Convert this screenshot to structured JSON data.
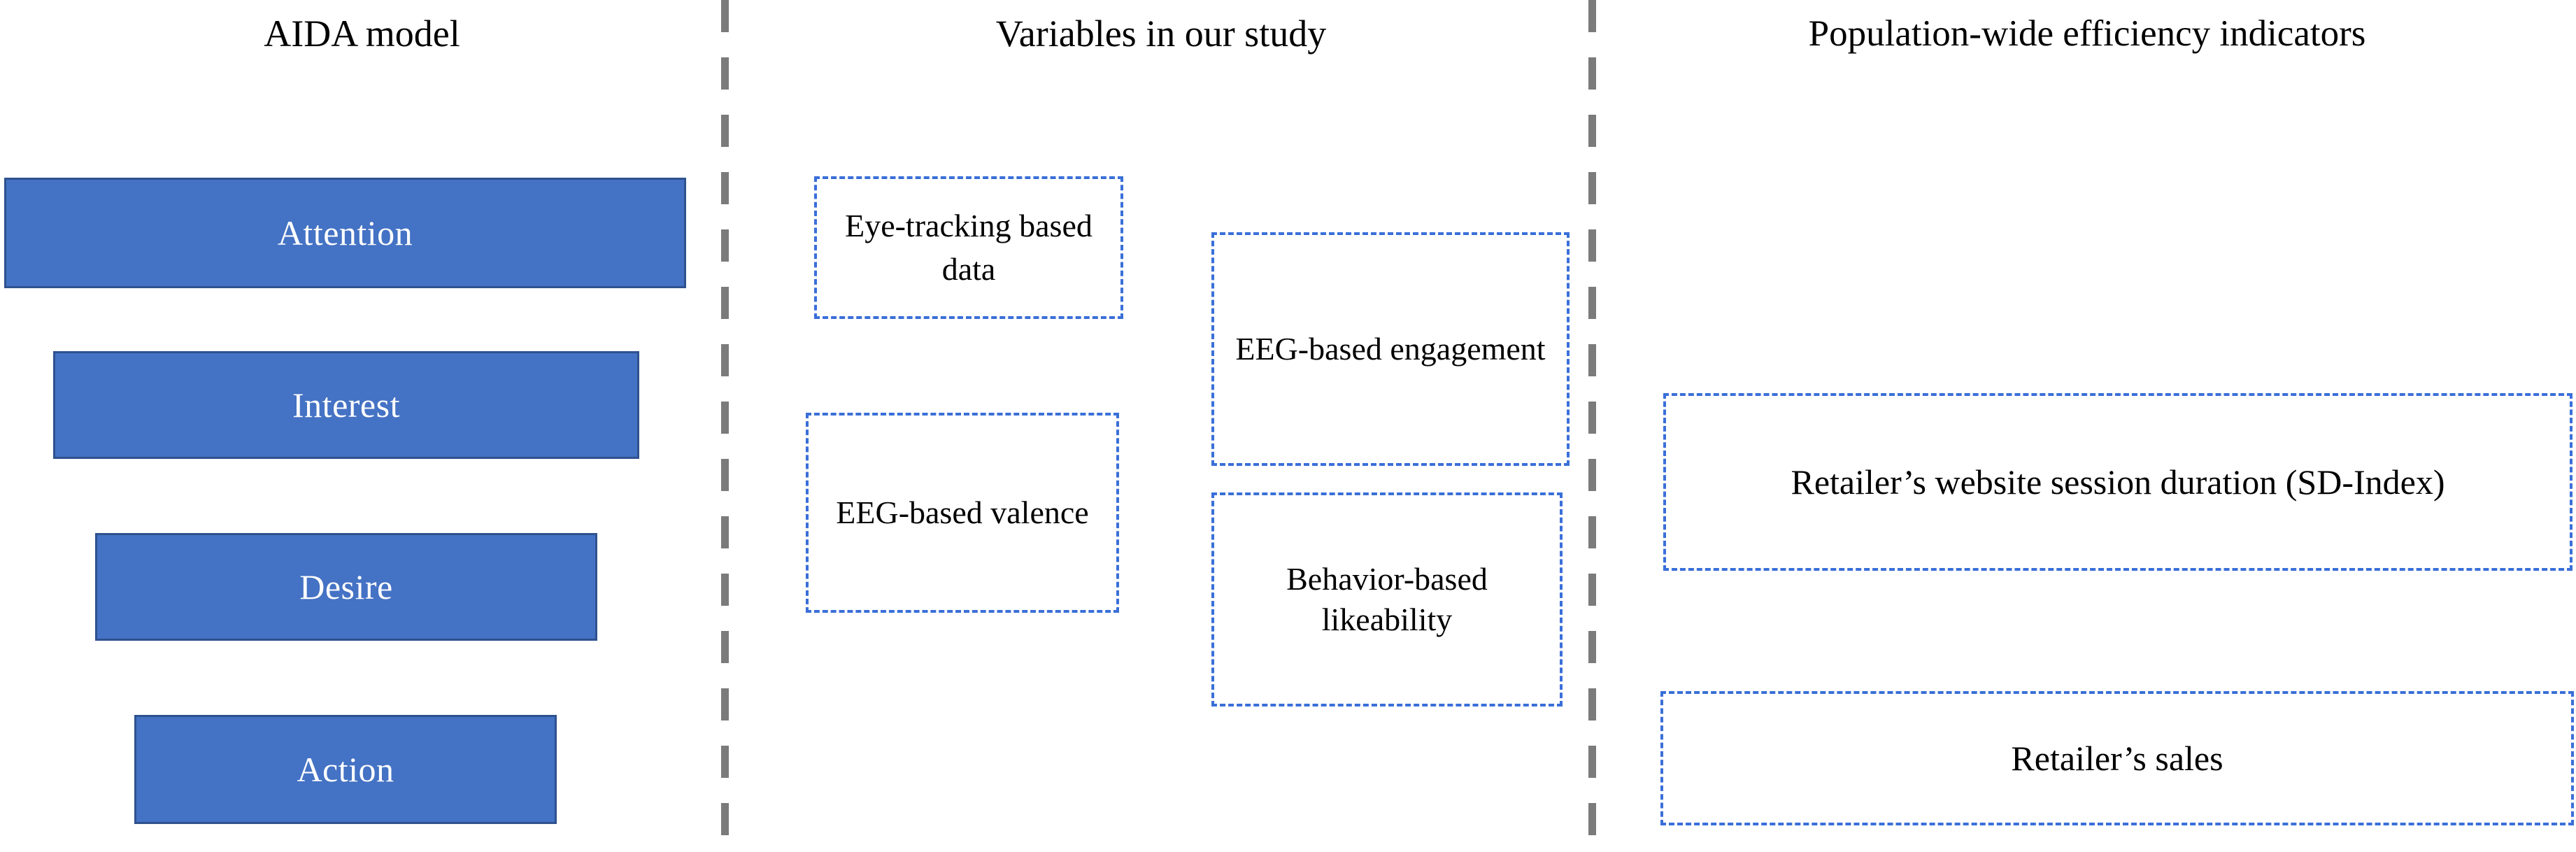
{
  "columns": {
    "aida": {
      "header": "AIDA model"
    },
    "variables": {
      "header": "Variables in our study"
    },
    "population": {
      "header": "Population-wide efficiency indicators"
    }
  },
  "aida_stages": [
    {
      "label": "Attention"
    },
    {
      "label": "Interest"
    },
    {
      "label": "Desire"
    },
    {
      "label": "Action"
    }
  ],
  "study_variables": [
    {
      "label": "Eye-tracking based data"
    },
    {
      "label": "EEG-based engagement"
    },
    {
      "label": "EEG-based valence"
    },
    {
      "label": "Behavior-based likeability"
    }
  ],
  "efficiency_indicators": [
    {
      "label": "Retailer’s website session duration (SD-Index)"
    },
    {
      "label": "Retailer’s sales"
    }
  ],
  "colors": {
    "bar_fill": "#4472C4",
    "bar_border": "#2F528F",
    "bar_text": "#FFFFFF",
    "box_border": "#3A6FD8",
    "divider": "#7B7B7B",
    "background": "#FFFFFF",
    "text": "#000000"
  }
}
